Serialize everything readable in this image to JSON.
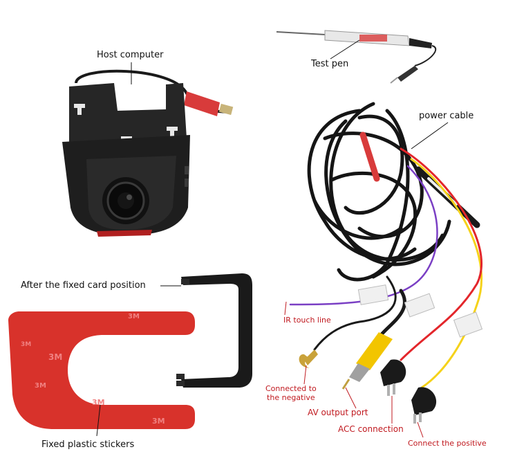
{
  "labels": {
    "host_computer": "Host computer",
    "test_pen": "Test pen",
    "power_cable": "power cable",
    "fixed_card": "After the fixed card position",
    "ir_touch": "IR touch line",
    "negative_line1": "Connected to",
    "negative_line2": "the negative",
    "av_output": "AV output port",
    "acc_connection": "ACC connection",
    "positive": "Connect the positive",
    "stickers": "Fixed plastic stickers"
  },
  "sticker_marks": [
    "3M",
    "3M",
    "3M",
    "3M",
    "3M",
    "3M"
  ],
  "colors": {
    "sticker_red": "#d8322b",
    "camera_black": "#1e1e1e",
    "label_red": "#c0191f",
    "wire_yellow": "#f5d21a",
    "wire_purple": "#7a3fc4",
    "wire_red": "#e3262b"
  }
}
